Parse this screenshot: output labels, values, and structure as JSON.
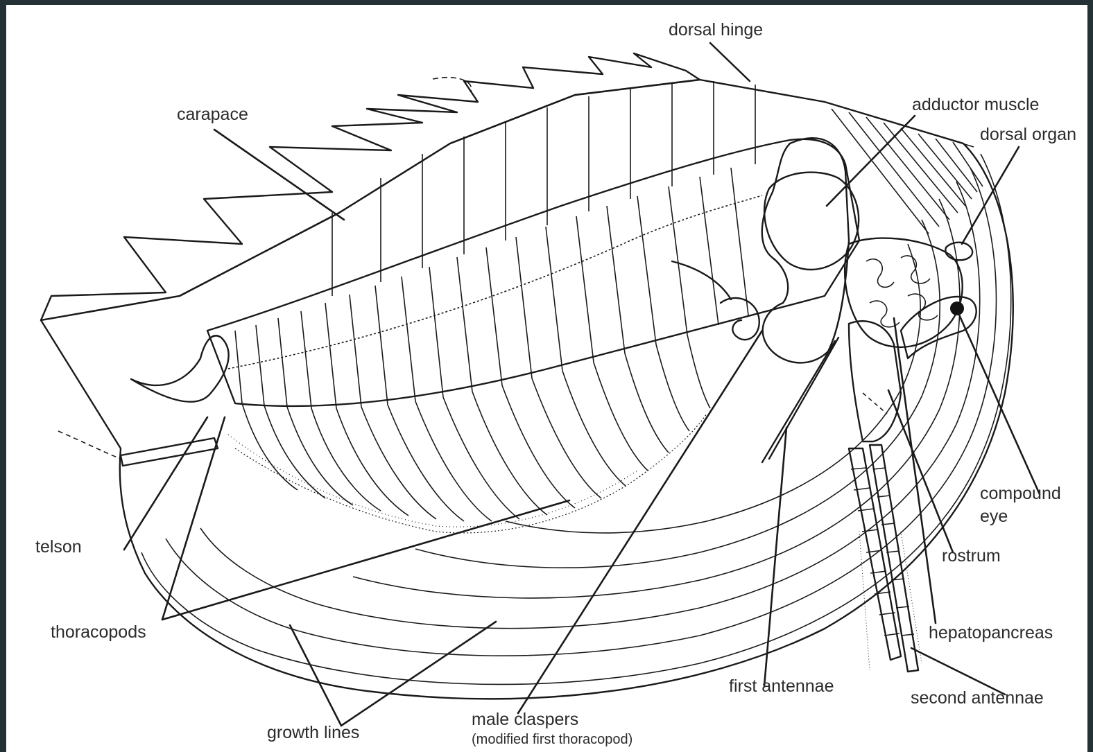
{
  "diagram": {
    "labels": {
      "dorsal_hinge": "dorsal hinge",
      "carapace": "carapace",
      "adductor_muscle": "adductor muscle",
      "dorsal_organ": "dorsal organ",
      "compound_eye_line1": "compound",
      "compound_eye_line2": "eye",
      "rostrum": "rostrum",
      "hepatopancreas": "hepatopancreas",
      "second_antennae": "second antennae",
      "first_antennae": "first antennae",
      "male_claspers": "male claspers",
      "male_claspers_note": "(modified first thoracopod)",
      "growth_lines": "growth lines",
      "thoracopods": "thoracopods",
      "telson": "telson"
    },
    "colors": {
      "background": "#243235",
      "paper": "#ffffff",
      "ink": "#1a1a1a",
      "label_text": "#2b2b2b"
    }
  }
}
